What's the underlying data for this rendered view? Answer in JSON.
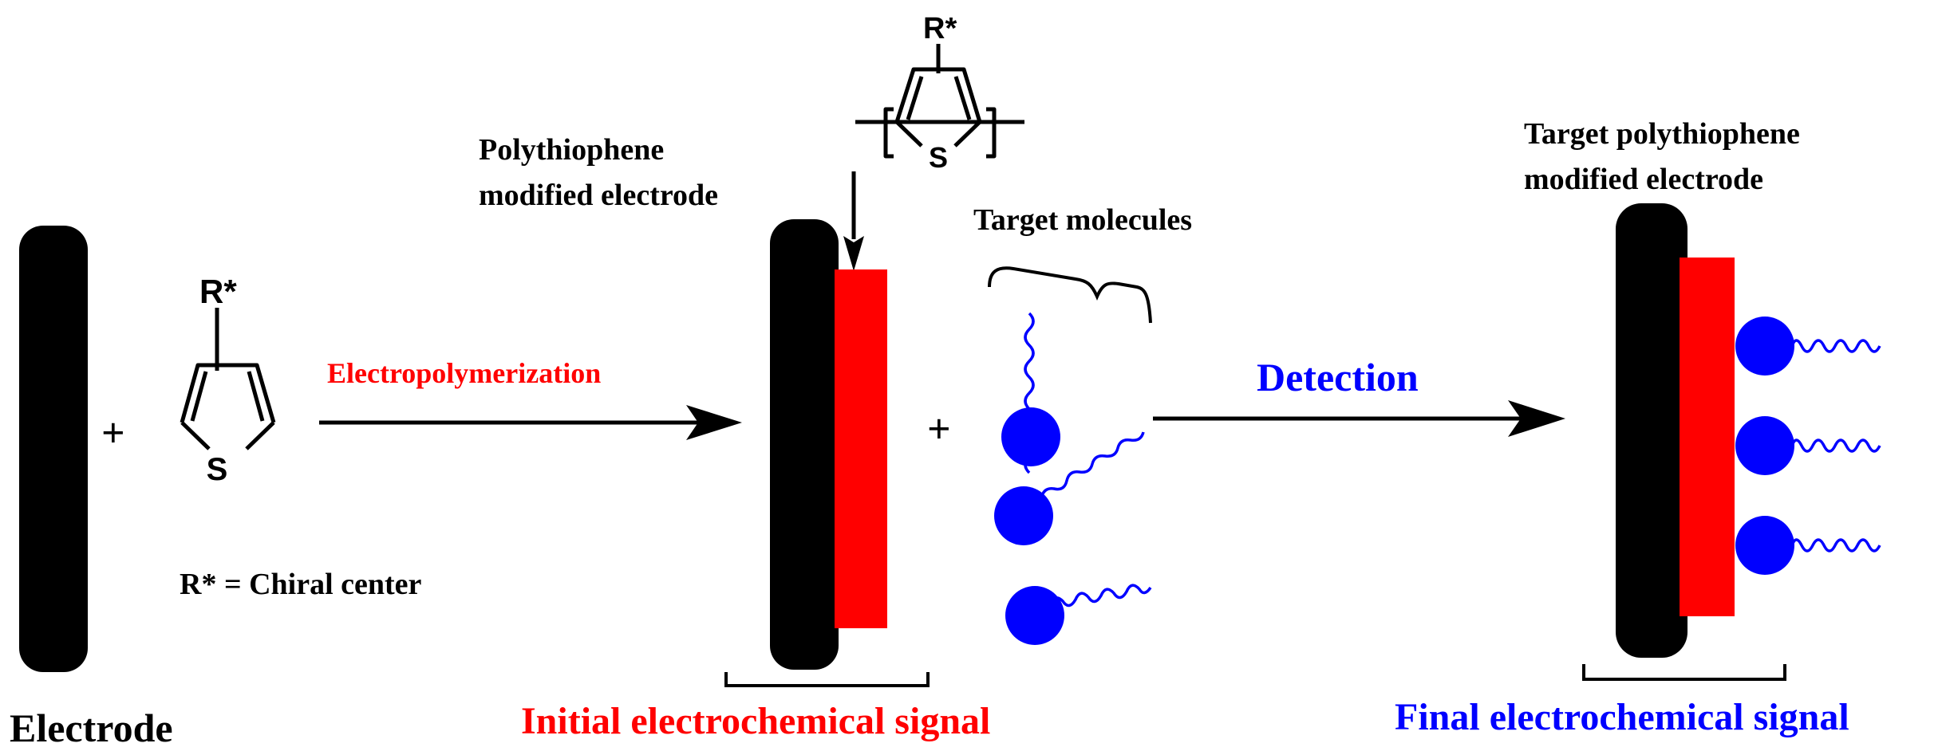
{
  "colors": {
    "electrode": "#000000",
    "polymer": "#ff0000",
    "target": "#0000ff",
    "initial_signal": "#ff0000",
    "final_signal": "#0000ff",
    "step1_label": "#ff0000",
    "step2_label": "#0000ff"
  },
  "labels": {
    "electrode": "Electrode",
    "plus": "+",
    "monomer_substituent": "R*",
    "sulfur": "S",
    "chiral_note": "R* = Chiral center",
    "step1": "Electropolymerization",
    "modified_electrode_line1": "Polythiophene",
    "modified_electrode_line2": "modified electrode",
    "polymer_substituent": "R*",
    "target_molecules": "Target molecules",
    "initial_signal": "Initial electrochemical signal",
    "step2": "Detection",
    "final_electrode_line1": "Target polythiophene",
    "final_electrode_line2": "modified electrode",
    "final_signal": "Final electrochemical signal"
  },
  "target_molecule_count": 3,
  "bound_target_count": 3
}
